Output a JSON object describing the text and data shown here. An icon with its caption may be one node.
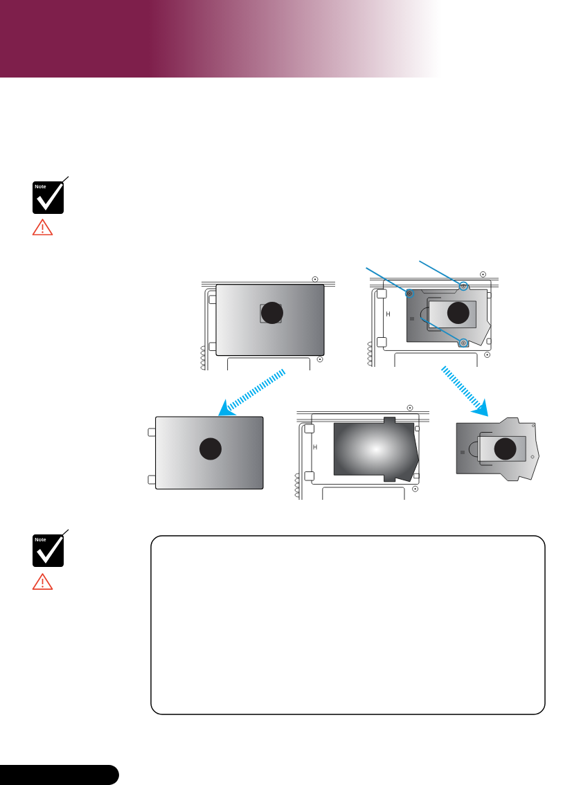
{
  "diagram": {
    "nodes": [
      {
        "text": [],
        "shape": "picture"
      },
      {
        "text": [],
        "shape": "picture"
      },
      {
        "text": [],
        "shape": "circle",
        "in": 1
      },
      {
        "text": [],
        "shape": "circle",
        "in": 1
      },
      {
        "text": [],
        "shape": "circle",
        "in": 1
      },
      {
        "text": [],
        "shape": "picture"
      },
      {
        "text": [],
        "shape": "picture"
      },
      {
        "text": [],
        "shape": "picture"
      },
      {
        "text": [],
        "shape": "box"
      }
    ],
    "edges": [
      {
        "from": null,
        "to": 2,
        "arrow": "none"
      },
      {
        "from": null,
        "to": 3,
        "arrow": "none"
      },
      {
        "from": null,
        "to": 4,
        "arrow": "none"
      },
      {
        "from": 0,
        "to": 5,
        "arrow": "to",
        "style": "dashed",
        "color": "#00aeef"
      },
      {
        "from": 1,
        "to": 7,
        "arrow": "to",
        "style": "dashed",
        "color": "#00aeef"
      }
    ],
    "labels": [
      "Note",
      "Note"
    ]
  }
}
